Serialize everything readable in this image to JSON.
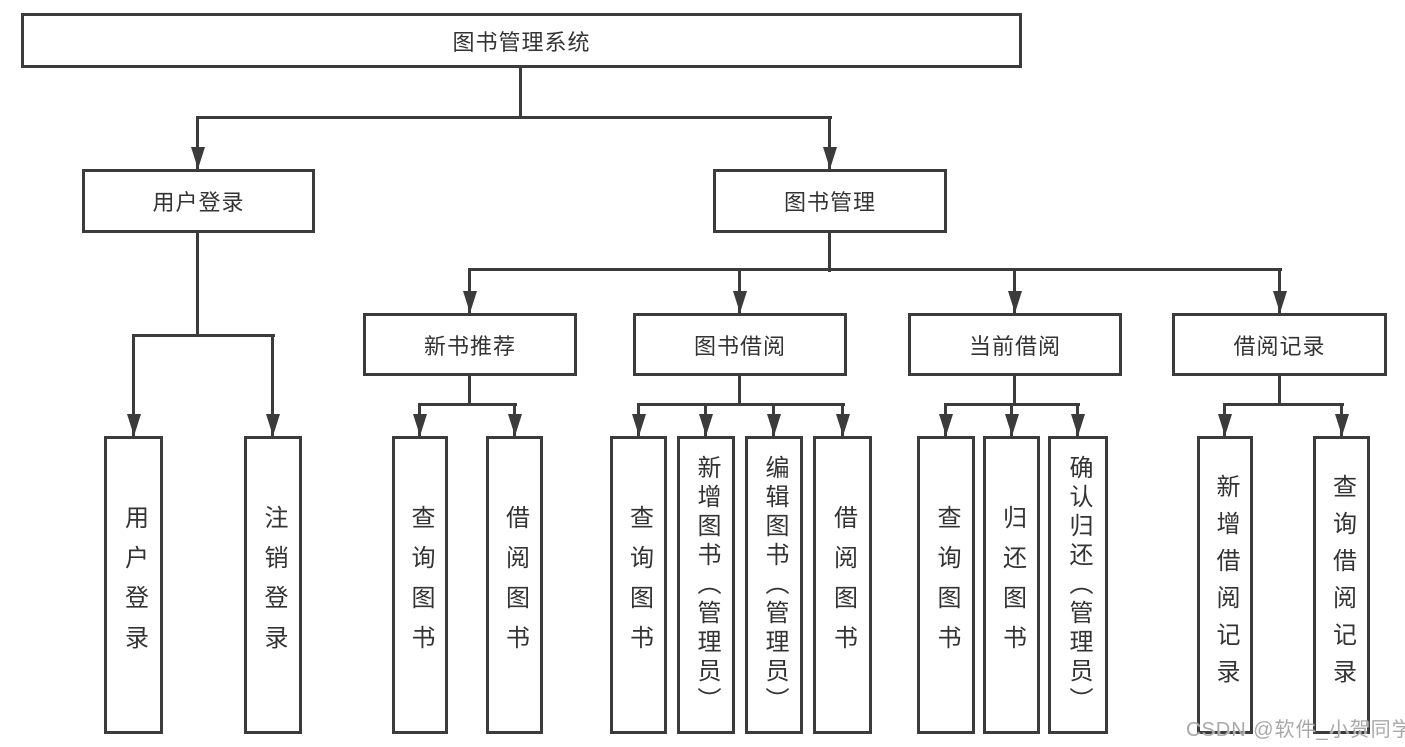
{
  "diagram": {
    "root": {
      "label": "图书管理系统"
    },
    "branches": [
      {
        "label": "用户登录",
        "children": [
          {
            "label": "用户登录"
          },
          {
            "label": "注销登录"
          }
        ]
      },
      {
        "label": "图书管理",
        "children": [
          {
            "label": "新书推荐",
            "children": [
              {
                "label": "查询图书"
              },
              {
                "label": "借阅图书"
              }
            ]
          },
          {
            "label": "图书借阅",
            "children": [
              {
                "label": "查询图书"
              },
              {
                "label": "新增图书（管理员）"
              },
              {
                "label": "编辑图书（管理员）"
              },
              {
                "label": "借阅图书"
              }
            ]
          },
          {
            "label": "当前借阅",
            "children": [
              {
                "label": "查询图书"
              },
              {
                "label": "归还图书"
              },
              {
                "label": "确认归还（管理员）"
              }
            ]
          },
          {
            "label": "借阅记录",
            "children": [
              {
                "label": "新增借阅记录"
              },
              {
                "label": "查询借阅记录"
              }
            ]
          }
        ]
      }
    ]
  },
  "watermark": {
    "text": "CSDN @软件_小贺同学"
  },
  "colors": {
    "line": "#3b3b3b",
    "text": "#333333",
    "watermark": "#a9a9a9",
    "background": "#ffffff"
  }
}
